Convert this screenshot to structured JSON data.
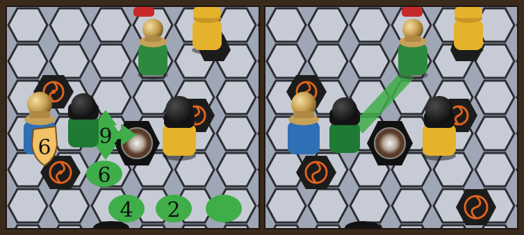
{
  "scene": {
    "title": "",
    "panels": [
      {
        "id": "before",
        "markers": {
          "shield_value": "6",
          "move_arrows_value": "9",
          "spaces": [
            "6",
            "4",
            "2",
            ""
          ]
        }
      },
      {
        "id": "after",
        "markers": {}
      }
    ]
  },
  "colors": {
    "board_bg": "#9fa6b5",
    "hex_light": "#c7cbd5",
    "hex_stroke": "#2b2d33",
    "dark_hex": "#1c1c1c",
    "swirl": "#e0631c",
    "green_marker": "#3fae49",
    "shield_fill": "#f2c266",
    "pawn_gold": "#cfa85a",
    "pawn_green": "#2b8a3e",
    "pawn_yellow": "#e5b22b",
    "pawn_blue": "#2f6fb5",
    "pawn_black": "#141414",
    "pawn_red": "#c72a2a"
  },
  "icons": [
    "swirl-icon",
    "green-arrows-icon",
    "shield-icon",
    "portal-icon"
  ]
}
